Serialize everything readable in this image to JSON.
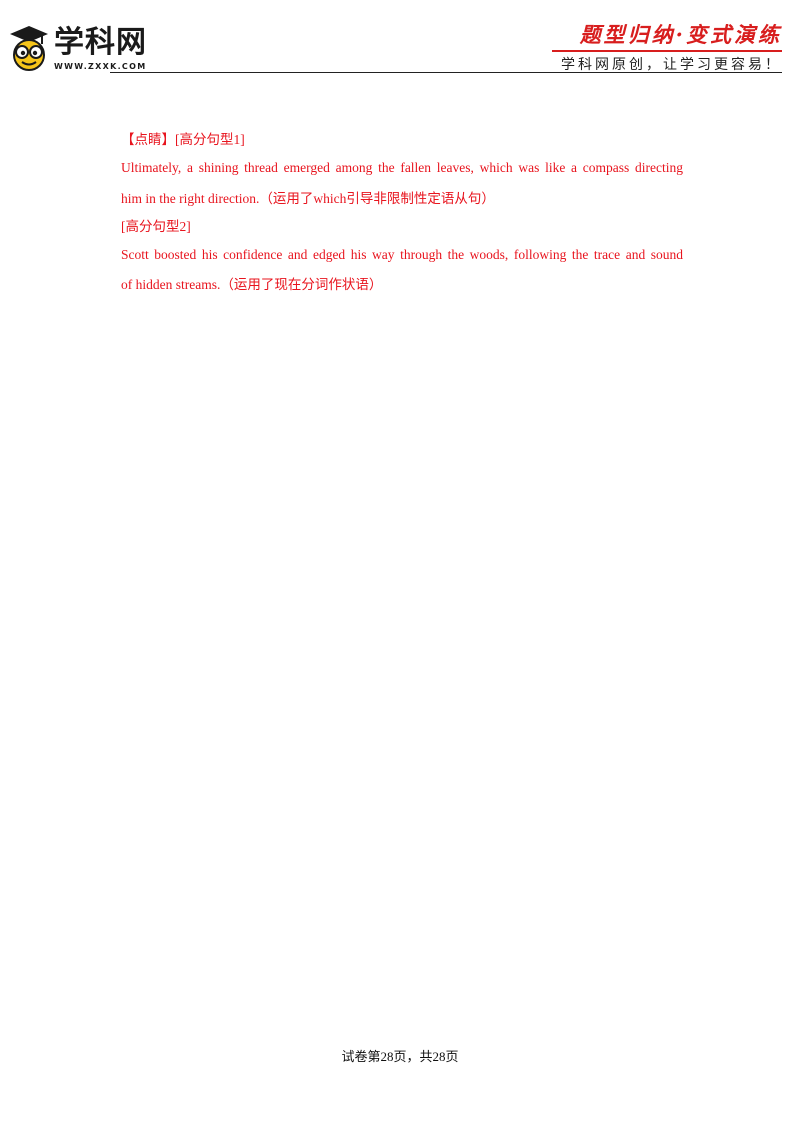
{
  "header": {
    "logo_name": "学科网",
    "logo_url": "WWW.ZXXK.COM",
    "slogan_top": "题型归纳·变式演练",
    "slogan_bottom": "学科网原创，让学习更容易！"
  },
  "content": {
    "tip_label": "【点睛】[高分句型1]",
    "pattern1_line1": "Ultimately, a shining thread emerged among the fallen leaves, which was like a compass directing",
    "pattern1_line2": "him in the right direction.（运用了which引导非限制性定语从句）",
    "pattern2_label": "[高分句型2]",
    "pattern2_line1": "Scott boosted his confidence and edged his way through the woods, following the trace and sound",
    "pattern2_line2": "of hidden streams.（运用了现在分词作状语）"
  },
  "footer": {
    "page_info": "试卷第28页，共28页"
  },
  "colors": {
    "accent_red": "#e8141e",
    "header_red": "#d81e1e",
    "text_dark": "#111111"
  }
}
